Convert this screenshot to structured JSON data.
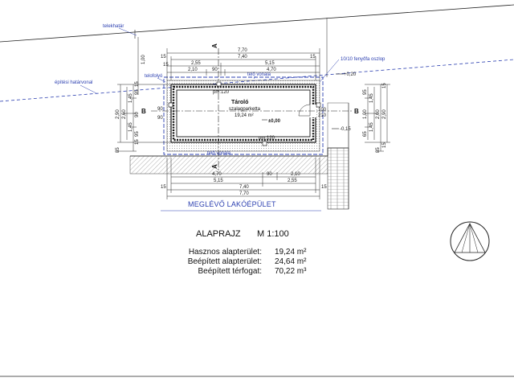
{
  "labels": {
    "telekhatar": "telekhatár",
    "epitesi_hatarvonal": "építési határvonal",
    "telofolyo": "telofolyó",
    "telo_vonala_top": "telő vonala",
    "telo_vonala_bottom": "telő vonala",
    "fenyoles_oszlop": "10/10 fenyőfa oszlop",
    "room_name": "Tároló",
    "room_floor": "szalagparketta",
    "room_area": "19,24 m²",
    "level_zero": "±0,00",
    "level_minus": "-0,15",
    "level_plus": "+0,20",
    "pm_top": "pm:120",
    "pm_bottom": "pm:120",
    "section_a": "A",
    "section_b": "B",
    "existing_building": "MEGLÉVŐ LAKÓÉPÜLET",
    "door_100": "100",
    "door_210": "210"
  },
  "dims_top": {
    "overall": "7,70",
    "inner": "7,40",
    "left_part": "2,55",
    "right_part": "5,15",
    "left_sub": "2,10",
    "mid": "90",
    "right_sub": "4,70",
    "edge_15_left": "15",
    "edge_15_right": "15",
    "edge_15_small": "15"
  },
  "dims_bottom": {
    "left_sub": "4,70",
    "mid": "90",
    "right_sub": "2,10",
    "left_part": "5,15",
    "right_part": "2,55",
    "inner": "7,40",
    "overall": "7,70",
    "edge_15_left": "15",
    "edge_15_right": "15"
  },
  "dims_left": {
    "overall": "2,90",
    "inner": "2,60",
    "top": "1,45",
    "mid": "1,45",
    "a": "95",
    "b": "95",
    "c": "90",
    "edge_15a": "15",
    "edge_15b": "15",
    "pad": "1,00",
    "base": "85",
    "w90a": "90",
    "w90b": "90"
  },
  "dims_right": {
    "overall": "2,90",
    "inner": "2,60",
    "top": "1,45",
    "mid": "1,45",
    "a": "95",
    "b": "1,00",
    "c": "65",
    "edge_15a": "15",
    "edge_15b": "15",
    "base": "85"
  },
  "legend": {
    "title": "ALAPRAJZ",
    "scale": "M 1:100",
    "rows": [
      {
        "key": "Hasznos alapterület:",
        "value": "19,24 m²"
      },
      {
        "key": "Beépített alapterület:",
        "value": "24,64 m²"
      },
      {
        "key": "Beépített térfogat:",
        "value": "70,22 m³"
      }
    ]
  },
  "colors": {
    "line": "#222222",
    "blue": "#2b3fb0",
    "hatch": "#9a9a9a"
  }
}
